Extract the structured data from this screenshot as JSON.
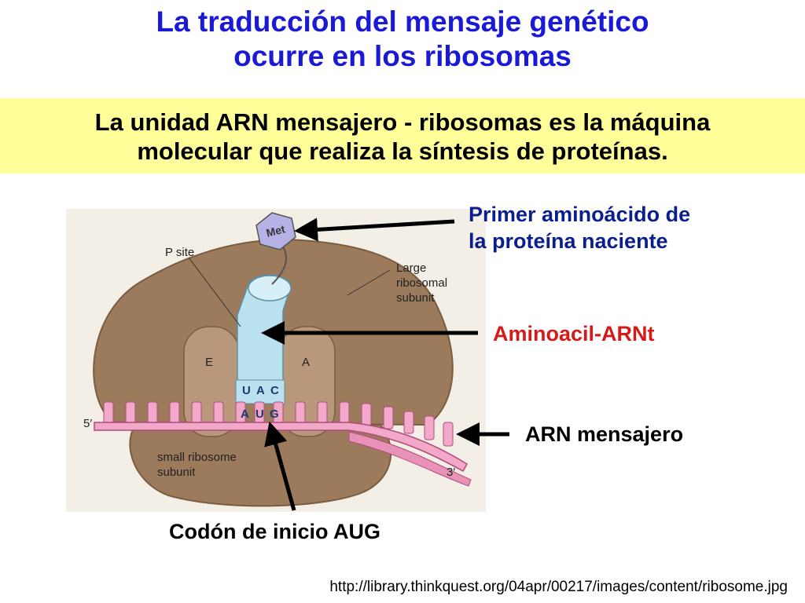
{
  "slide": {
    "title_line1": "La traducción del mensaje genético",
    "title_line2": "ocurre en los ribosomas",
    "banner_line1": "La unidad ARN mensajero - ribosomas es la máquina",
    "banner_line2": "molecular  que realiza la síntesis de proteínas.",
    "source_url": "http://library.thinkquest.org/04apr/00217/images/content/ribosome.jpg"
  },
  "callouts": {
    "first_amino_line1": "Primer aminoácido de",
    "first_amino_line2": "la proteína naciente",
    "aminoacyl_trna": "Aminoacil-ARNt",
    "mrna": "ARN mensajero",
    "start_codon": "Codón de inicio AUG"
  },
  "figure": {
    "met": "Met",
    "p_site": "P site",
    "large_line1": "Large",
    "large_line2": "ribosomal",
    "large_line3": "subunit",
    "site_e": "E",
    "site_a": "A",
    "anticodon": [
      "U",
      "A",
      "C"
    ],
    "codon": [
      "A",
      "U",
      "G"
    ],
    "five_prime": "5′",
    "three_prime": "3′",
    "small_line1": "small ribosome",
    "small_line2": "subunit"
  },
  "colors": {
    "title": "#1a1ad6",
    "banner_bg": "#ffff99",
    "ribosome": "#9c7b5c",
    "trna": "#b9e2ee",
    "mrna": "#f2a8c8",
    "met": "#b7b2e6"
  }
}
